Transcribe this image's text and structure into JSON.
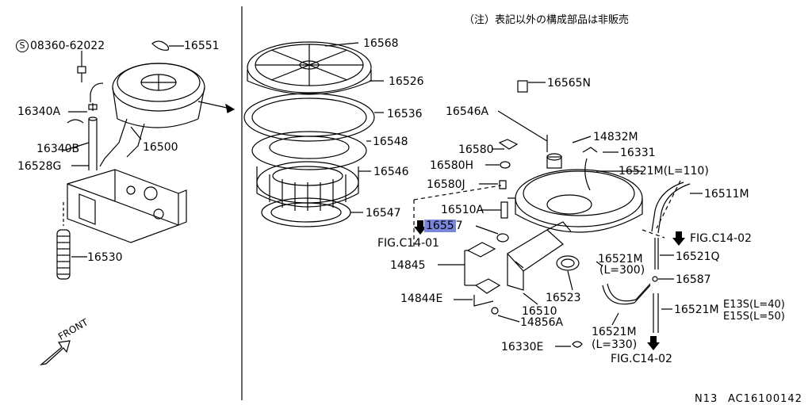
{
  "note": "（注）表記以外の構成部品は非販売",
  "left_labels": {
    "bolt_prefix": "S",
    "bolt_code": "08360-62022",
    "p16551": "16551",
    "p16340A": "16340A",
    "p16340B": "16340B",
    "p16500": "16500",
    "p16528G": "16528G",
    "p16530": "16530",
    "front": "FRONT"
  },
  "right_labels": {
    "p16568": "16568",
    "p16526": "16526",
    "p16536": "16536",
    "p16548": "16548",
    "p16546": "16546",
    "p16547": "16547",
    "p16565N": "16565N",
    "p16546A": "16546A",
    "p14832M": "14832M",
    "p16580": "16580",
    "p16331": "16331",
    "p16580H": "16580H",
    "p16521M_110": "16521M(L=110)",
    "p16580J": "16580J",
    "p16511M": "16511M",
    "p16510A": "16510A",
    "p16557_a": "1655",
    "p16557_b": "7",
    "fig_c14_01": "FIG.C14-01",
    "fig_c14_02_a": "FIG.C14-02",
    "p16521Q": "16521Q",
    "p14845": "14845",
    "p16521M_300_a": "16521M",
    "p16521M_300_b": "(L=300)",
    "p16587": "16587",
    "p14844E": "14844E",
    "p16510": "16510",
    "p16523": "16523",
    "p16521M_c": "16521M",
    "e13s": "E13S(L=40)",
    "e15s": "E15S(L=50)",
    "p14856A": "14856A",
    "p16521M_330_a": "16521M",
    "p16521M_330_b": "(L=330)",
    "p16330E": "16330E",
    "fig_c14_02_b": "FIG.C14-02"
  },
  "footer": {
    "model": "N13",
    "code": "AC16100142"
  },
  "colors": {
    "line": "#000000",
    "highlight": "#7a86dc",
    "background": "#ffffff"
  }
}
